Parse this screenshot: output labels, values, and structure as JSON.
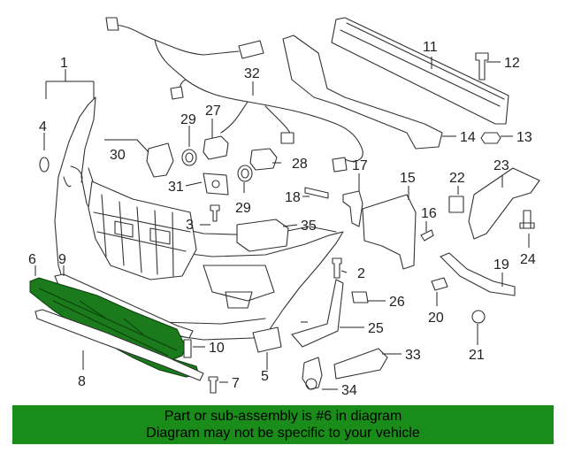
{
  "diagram": {
    "highlight_color": "#1b7a1b",
    "callouts": [
      {
        "id": "c1",
        "label": "1"
      },
      {
        "id": "c2",
        "label": "2"
      },
      {
        "id": "c3",
        "label": "3"
      },
      {
        "id": "c4",
        "label": "4"
      },
      {
        "id": "c5",
        "label": "5"
      },
      {
        "id": "c6",
        "label": "6"
      },
      {
        "id": "c7",
        "label": "7"
      },
      {
        "id": "c8",
        "label": "8"
      },
      {
        "id": "c9",
        "label": "9"
      },
      {
        "id": "c10",
        "label": "10"
      },
      {
        "id": "c11",
        "label": "11"
      },
      {
        "id": "c12",
        "label": "12"
      },
      {
        "id": "c13",
        "label": "13"
      },
      {
        "id": "c14",
        "label": "14"
      },
      {
        "id": "c15",
        "label": "15"
      },
      {
        "id": "c16",
        "label": "16"
      },
      {
        "id": "c17",
        "label": "17"
      },
      {
        "id": "c18",
        "label": "18"
      },
      {
        "id": "c19",
        "label": "19"
      },
      {
        "id": "c20",
        "label": "20"
      },
      {
        "id": "c21",
        "label": "21"
      },
      {
        "id": "c22",
        "label": "22"
      },
      {
        "id": "c23",
        "label": "23"
      },
      {
        "id": "c24",
        "label": "24"
      },
      {
        "id": "c25",
        "label": "25"
      },
      {
        "id": "c26",
        "label": "26"
      },
      {
        "id": "c27",
        "label": "27"
      },
      {
        "id": "c28",
        "label": "28"
      },
      {
        "id": "c29a",
        "label": "29"
      },
      {
        "id": "c29b",
        "label": "29"
      },
      {
        "id": "c30",
        "label": "30"
      },
      {
        "id": "c31",
        "label": "31"
      },
      {
        "id": "c32",
        "label": "32"
      },
      {
        "id": "c33",
        "label": "33"
      },
      {
        "id": "c34",
        "label": "34"
      },
      {
        "id": "c35",
        "label": "35"
      }
    ]
  },
  "banner": {
    "line1": "Part or sub-assembly is #6 in diagram",
    "line2": "Diagram may not be specific to your vehicle",
    "color": "#1a8c1a"
  }
}
